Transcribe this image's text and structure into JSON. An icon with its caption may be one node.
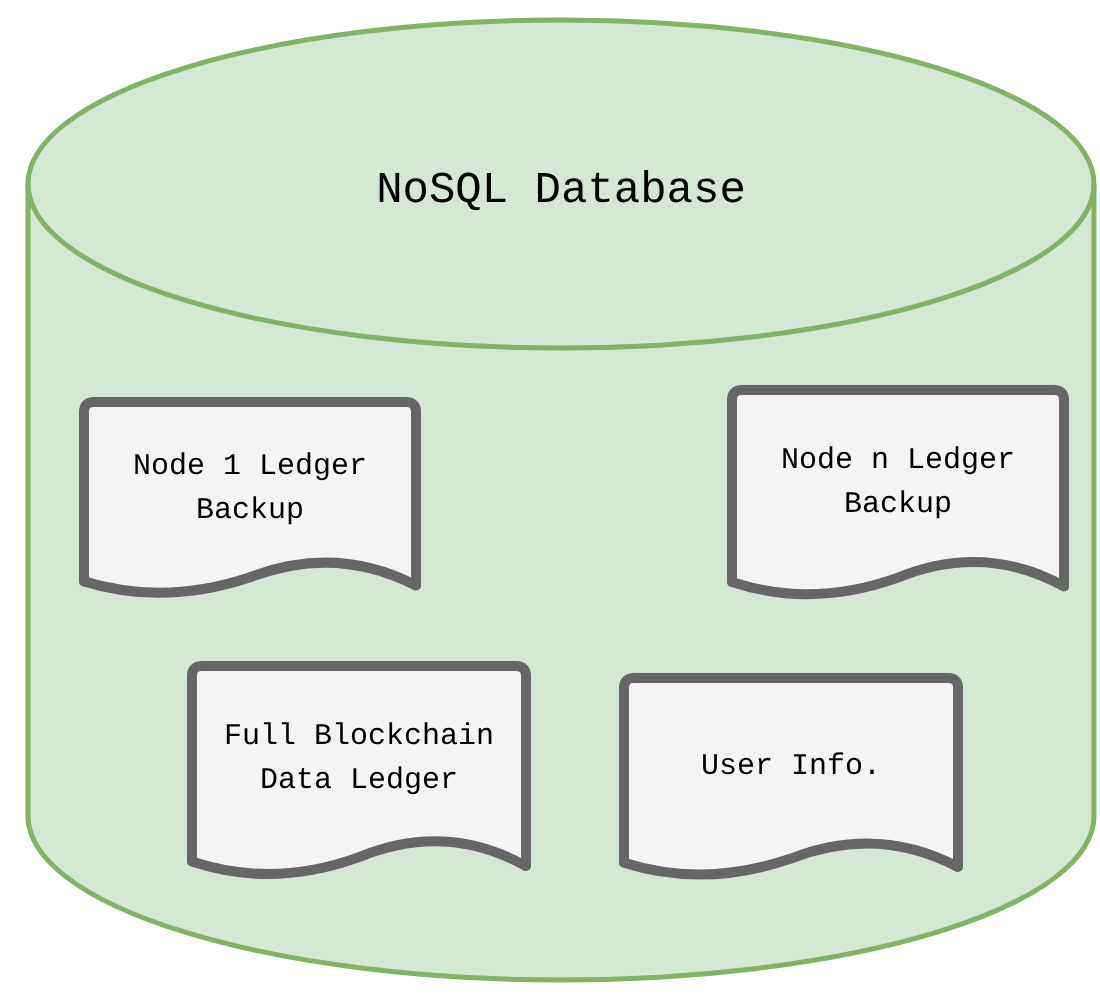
{
  "diagram": {
    "nodes": [
      {
        "text": [
          "NoSQL Database"
        ]
      },
      {
        "text": [
          "Node 1 Ledger Backup"
        ],
        "in": 0
      },
      {
        "text": [
          "Node n Ledger Backup"
        ],
        "in": 0
      },
      {
        "text": [
          "Full Blockchain Data Ledger"
        ],
        "in": 0
      },
      {
        "text": [
          "User Info."
        ],
        "in": 0
      }
    ]
  }
}
